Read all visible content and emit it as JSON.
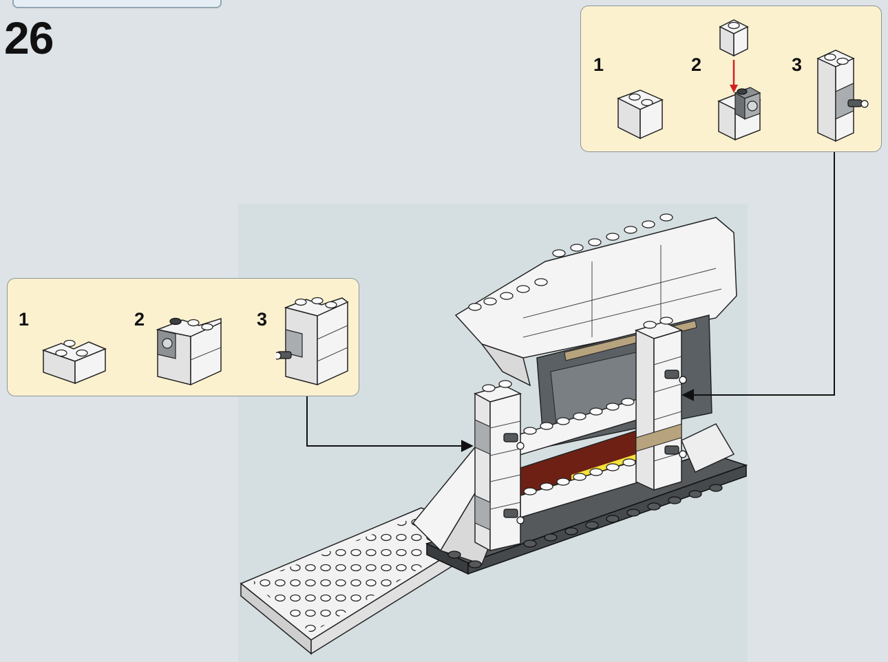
{
  "step": {
    "number": "26"
  },
  "callouts": [
    {
      "id": "top-right",
      "substeps": [
        "1",
        "2",
        "3"
      ]
    },
    {
      "id": "left",
      "substeps": [
        "1",
        "2",
        "3"
      ]
    }
  ],
  "colors": {
    "background": "#dde3e6",
    "callout_fill": "#fbf1cf",
    "brick_white": "#f4f4f4",
    "brick_grey": "#a9adb0",
    "brick_dark": "#4d5154",
    "brick_red": "#6e2014",
    "arrow_red": "#d22020",
    "brick_tan": "#b7a37e"
  },
  "icons": {
    "assembly_arrow": "arrow-right-icon",
    "add_arrow": "arrow-down-icon"
  }
}
